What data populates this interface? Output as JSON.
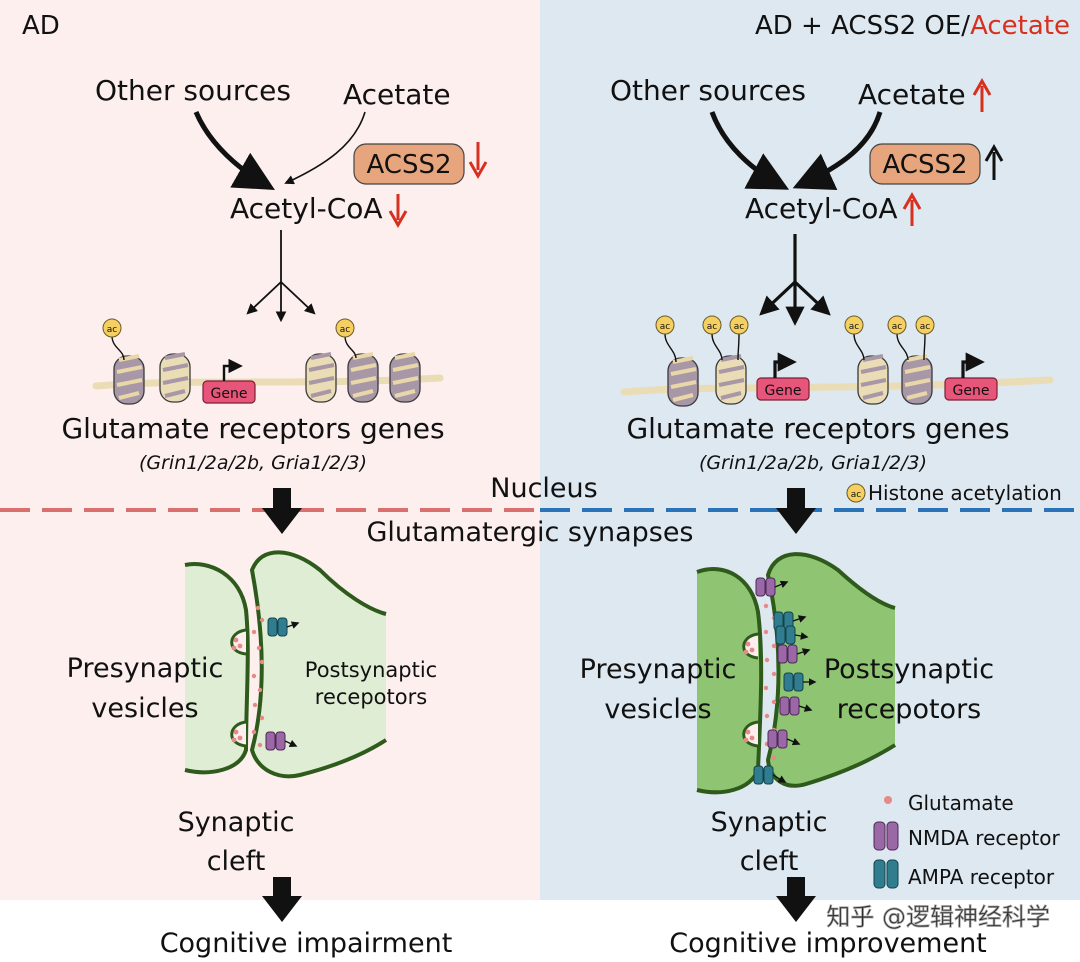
{
  "left": {
    "title": "AD",
    "other_sources": "Other sources",
    "acetate": "Acetate",
    "acss2": "ACSS2",
    "acetyl_coa": "Acetyl-CoA",
    "gene": "Gene",
    "genes_title": "Glutamate receptors genes",
    "genes_list": "(Grin1/2a/2b, Gria1/2/3)",
    "presynaptic_line1": "Presynaptic",
    "presynaptic_line2": "vesicles",
    "postsynaptic_line1": "Postsynaptic",
    "postsynaptic_line2": "recepotors",
    "cleft_line1": "Synaptic",
    "cleft_line2": "cleft",
    "outcome": "Cognitive impairment"
  },
  "right": {
    "title_prefix": "AD + ACSS2 OE/",
    "title_accent": "Acetate",
    "other_sources": "Other sources",
    "acetate": "Acetate",
    "acss2": "ACSS2",
    "acetyl_coa": "Acetyl-CoA",
    "gene": "Gene",
    "genes_title": "Glutamate receptors genes",
    "genes_list": "(Grin1/2a/2b, Gria1/2/3)",
    "presynaptic_line1": "Presynaptic",
    "presynaptic_line2": "vesicles",
    "postsynaptic_line1": "Postsynaptic",
    "postsynaptic_line2": "recepotors",
    "cleft_line1": "Synaptic",
    "cleft_line2": "cleft",
    "outcome": "Cognitive improvement"
  },
  "center": {
    "nucleus": "Nucleus",
    "synapses": "Glutamatergic synapses"
  },
  "legend": {
    "ac_badge": "ac",
    "histone_acetylation": "Histone acetylation",
    "glutamate": "Glutamate",
    "nmda": "NMDA receptor",
    "ampa": "AMPA receptor"
  },
  "watermark": "知乎 @逻辑神经科学",
  "colors": {
    "left_bg": "#fcefed",
    "right_bg": "#dde8f1",
    "accent_red": "#d7301f",
    "acss2_fill": "#e6a57c",
    "gene_fill": "#e8557a",
    "ac_fill": "#f5cf5f",
    "pale_green": "#deedd4",
    "deep_green": "#8fc572",
    "synapse_outline": "#2e5a1c",
    "nmda_color": "#9b68a6",
    "ampa_color": "#2f7d8e",
    "left_divider": "#d9706d",
    "right_divider": "#2a73b8"
  }
}
